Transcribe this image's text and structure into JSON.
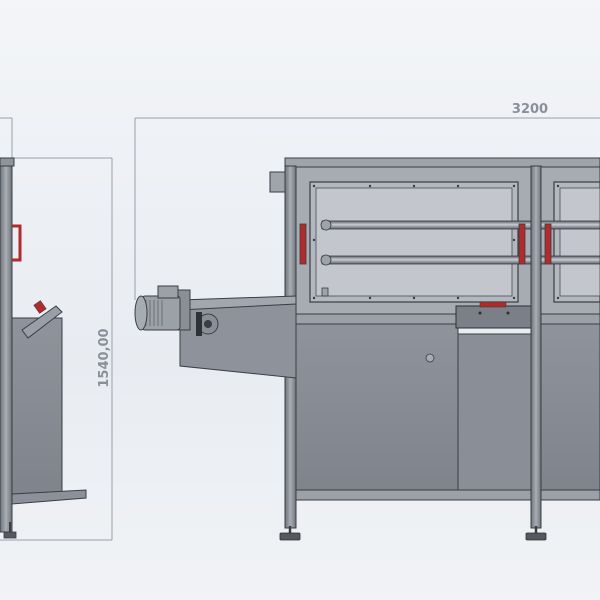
{
  "dimensions": {
    "overall_length": "3200",
    "overall_height": "1540,00"
  },
  "colors": {
    "background": "#eef1f5",
    "frame_steel": "#8e939c",
    "panel_grey": "#8c9099",
    "panel_dark": "#6f737b",
    "edge_dark": "#3a3d44",
    "accent_red": "#b22a2a",
    "dimension_line": "#9aa0aa"
  },
  "views": [
    "side-view",
    "front-view"
  ]
}
